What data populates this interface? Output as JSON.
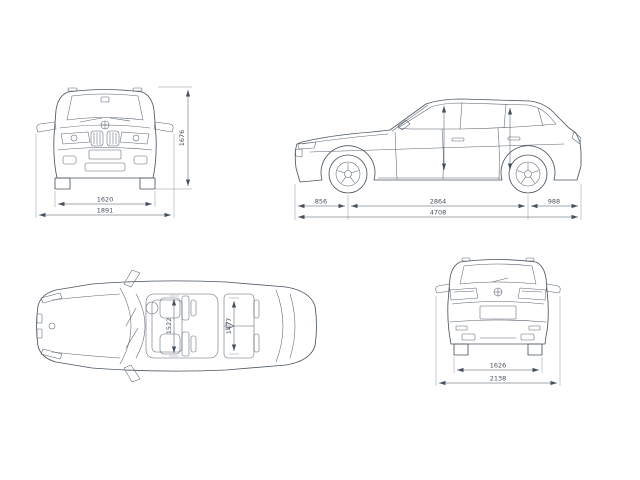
{
  "diagram": {
    "background_color": "#ffffff",
    "line_color": "#4b5661",
    "dim_color": "#46505c",
    "views": {
      "front": {
        "dims": {
          "track_width_mm": "1620",
          "overall_width_mm": "1891",
          "height_mm": "1676"
        }
      },
      "side": {
        "dims": {
          "front_overhang_mm": "856",
          "wheelbase_mm": "2864",
          "rear_overhang_mm": "988",
          "overall_length_mm": "4708"
        }
      },
      "top": {
        "dims": {
          "interior_width_front_mm": "1522",
          "interior_width_rear_mm": "1477"
        }
      },
      "rear": {
        "dims": {
          "track_width_mm": "1626",
          "overall_width_incl_mirrors_mm": "2138"
        }
      }
    }
  }
}
